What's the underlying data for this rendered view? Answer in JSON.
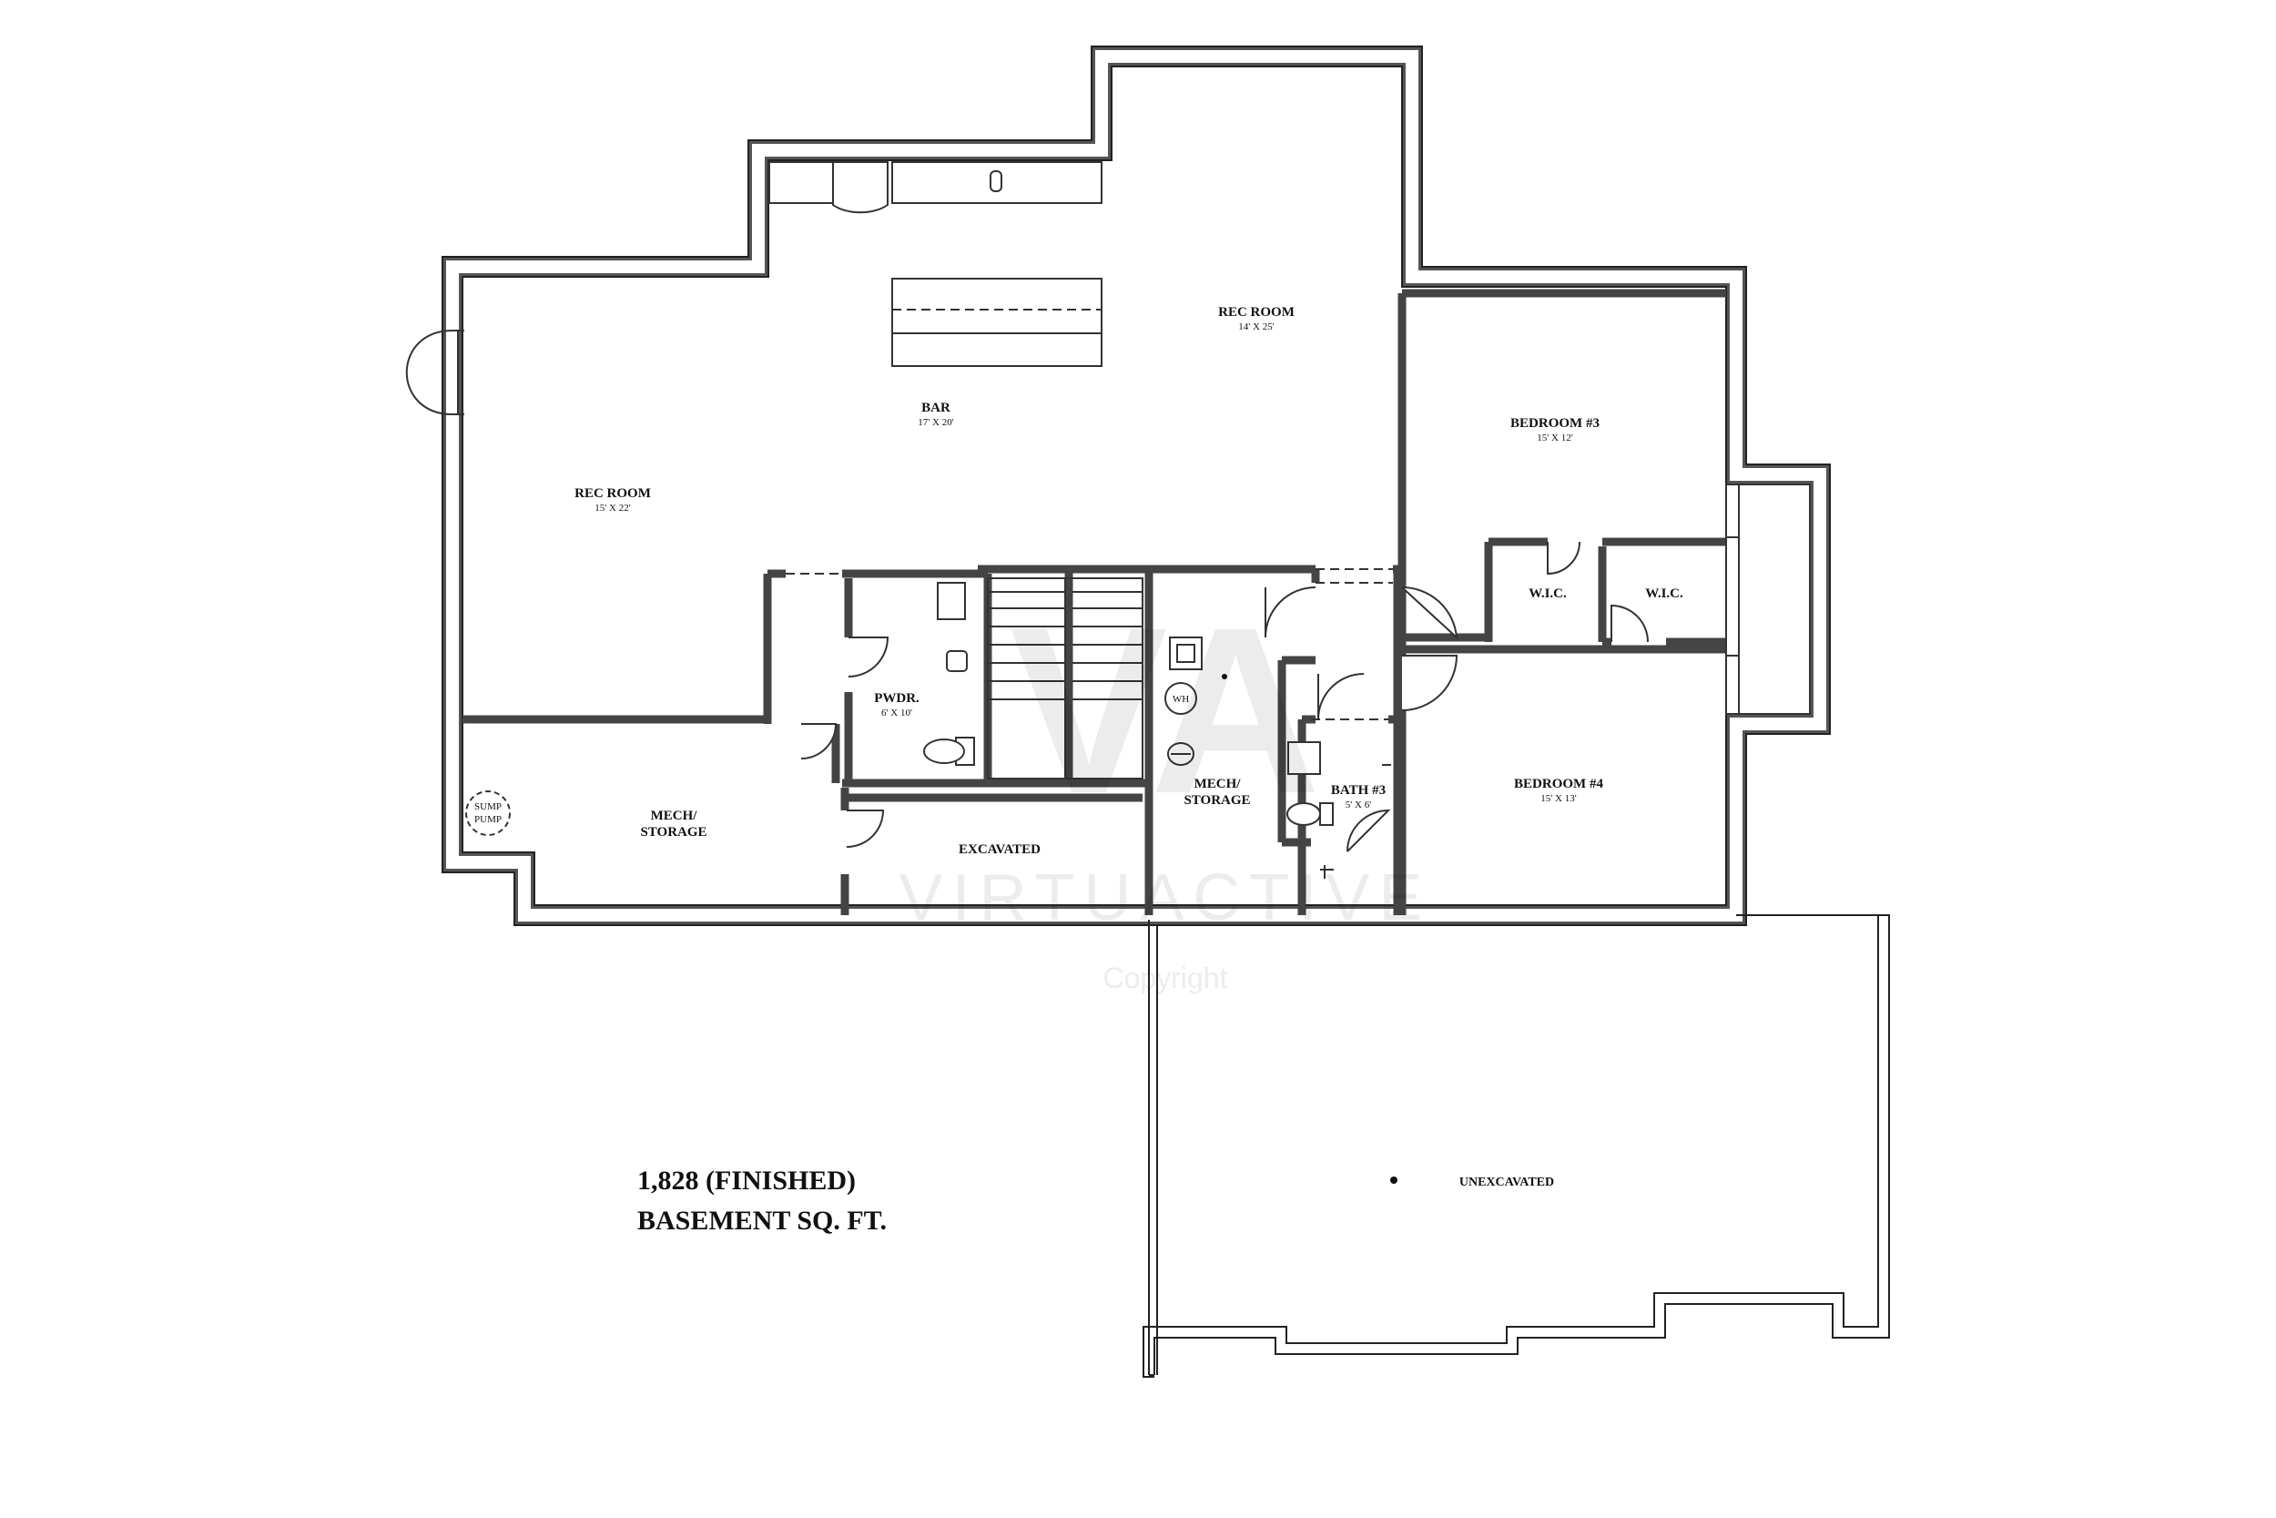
{
  "rooms": {
    "rec_room_left": {
      "name": "REC ROOM",
      "dim": "15' X 22'"
    },
    "rec_room_right": {
      "name": "REC ROOM",
      "dim": "14' X 25'"
    },
    "bar": {
      "name": "BAR",
      "dim": "17' X 20'"
    },
    "bedroom_3": {
      "name": "BEDROOM #3",
      "dim": "15' X 12'"
    },
    "bedroom_4": {
      "name": "BEDROOM #4",
      "dim": "15' X 13'"
    },
    "wic_left": {
      "name": "W.I.C."
    },
    "wic_right": {
      "name": "W.I.C."
    },
    "powder": {
      "name": "PWDR.",
      "dim": "6' X 10'"
    },
    "bath_3": {
      "name": "BATH #3",
      "dim": "5' X 6'"
    },
    "mech_left": {
      "line1": "MECH/",
      "line2": "STORAGE"
    },
    "mech_right": {
      "line1": "MECH/",
      "line2": "STORAGE"
    },
    "excavated": {
      "name": "EXCAVATED"
    },
    "unexcavated": {
      "name": "UNEXCAVATED"
    }
  },
  "fixtures": {
    "sump_pump": {
      "line1": "SUMP",
      "line2": "PUMP"
    },
    "water_heater": {
      "label": "WH"
    }
  },
  "summary": {
    "line1": "1,828 (FINISHED)",
    "line2": "BASEMENT SQ. FT."
  },
  "watermark": {
    "brand": "VIRTUACTIVE",
    "copyright": "Copyright",
    "monogram": "VA"
  }
}
